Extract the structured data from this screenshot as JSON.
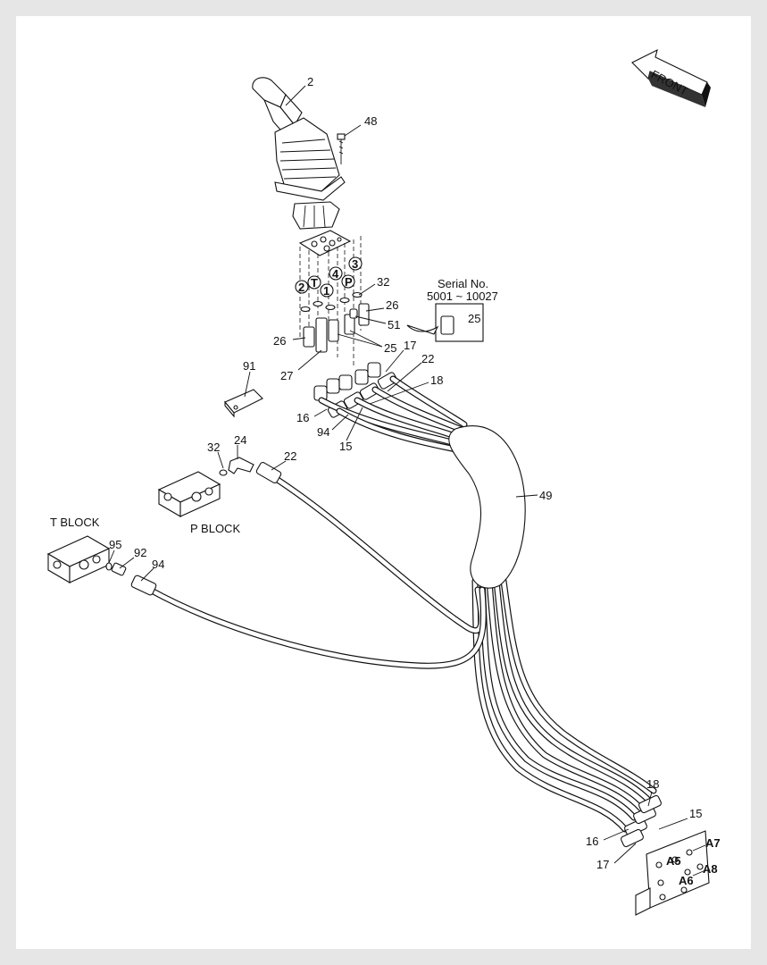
{
  "labels": {
    "front": "FRONT",
    "serial_title": "Serial No.",
    "serial_range": "5001 ~ 10027",
    "t_block": "T BLOCK",
    "p_block": "P BLOCK"
  },
  "parts": {
    "p2": "2",
    "p48": "48",
    "p32a": "32",
    "p26a": "26",
    "p51": "51",
    "p25a": "25",
    "p25b": "25",
    "p26b": "26",
    "p27": "27",
    "p17a": "17",
    "p22a": "22",
    "p18a": "18",
    "p16a": "16",
    "p94a": "94",
    "p15a": "15",
    "p91": "91",
    "p32b": "32",
    "p24": "24",
    "p22b": "22",
    "p49": "49",
    "p95": "95",
    "p92": "92",
    "p94b": "94",
    "p18b": "18",
    "p15b": "15",
    "p16b": "16",
    "p17b": "17"
  },
  "ports": {
    "c2": "2",
    "cT": "T",
    "c1": "1",
    "c4": "4",
    "cP": "P",
    "c3": "3",
    "a5": "A5",
    "a6": "A6",
    "a7": "A7",
    "a8": "A8"
  }
}
